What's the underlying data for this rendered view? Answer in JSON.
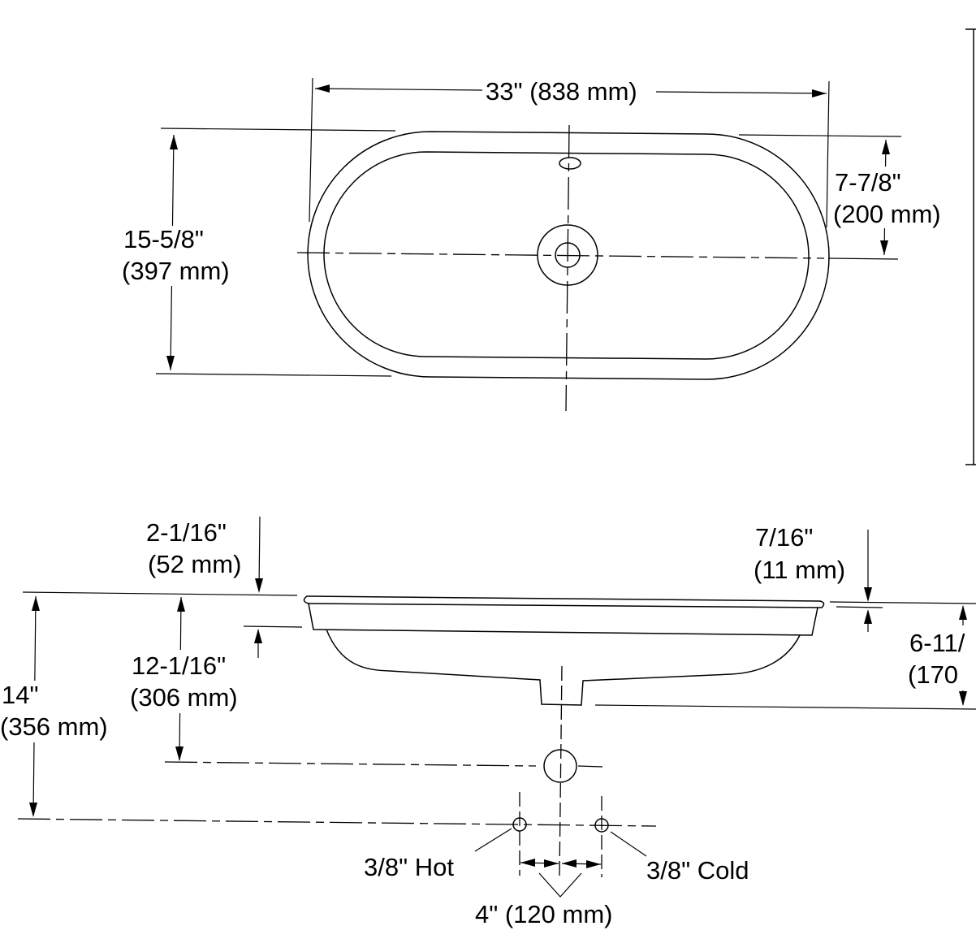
{
  "top_view": {
    "width_label": "33\" (838 mm)",
    "depth_label_1": "15-5/8\"",
    "depth_label_2": "(397 mm)",
    "drain_offset_label_1": "7-7/8\"",
    "drain_offset_label_2": "(200 mm)"
  },
  "side_view": {
    "deck_label_1": "2-1/16\"",
    "deck_label_2": "(52 mm)",
    "rim_label_1": "7/16\"",
    "rim_label_2": "(11 mm)",
    "bowl_depth_label_1": "6-11/",
    "bowl_depth_label_2": "(170",
    "trap_label_1": "12-1/16\"",
    "trap_label_2": "(306 mm)",
    "supply_label_1": "14\"",
    "supply_label_2": "(356 mm)",
    "hot_label": "3/8\" Hot",
    "cold_label": "3/8\" Cold",
    "supply_spacing_label": "4\" (120 mm)"
  }
}
